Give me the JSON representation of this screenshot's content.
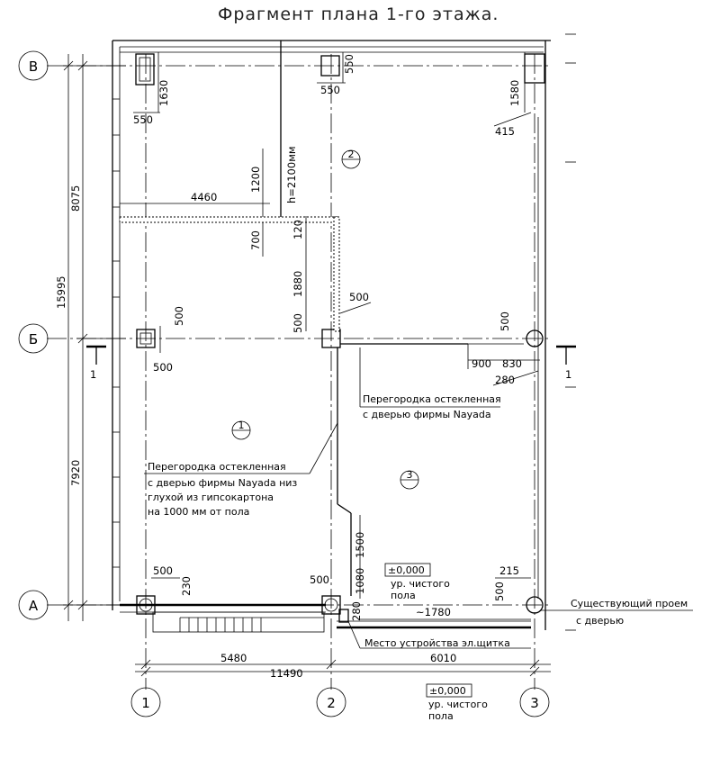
{
  "title": "Фрагмент плана 1-го этажа.",
  "axes": {
    "rows": [
      "В",
      "Б",
      "А"
    ],
    "cols": [
      "1",
      "2",
      "3"
    ]
  },
  "section_mark": "1",
  "rooms": [
    "1",
    "2",
    "3"
  ],
  "overall_dims": {
    "v_total": "15995",
    "v_top": "8075",
    "v_bottom": "7920",
    "h_left": "5480",
    "h_right": "6010",
    "h_total": "11490"
  },
  "dims": {
    "col_top": [
      "1630",
      "550",
      "550",
      "550",
      "1580",
      "415"
    ],
    "partition": [
      "4460",
      "1200",
      "h=2100мм",
      "700",
      "120",
      "1880",
      "500",
      "500"
    ],
    "mid": [
      "500",
      "500",
      "900",
      "830",
      "280",
      "500"
    ],
    "bottom": [
      "1500",
      "1080",
      "500",
      "230",
      "500",
      "500",
      "215",
      "~1780",
      "280"
    ]
  },
  "labels": {
    "glazed_partition_right_1": "Перегородка остекленная",
    "glazed_partition_right_2": "с дверью фирмы Nayada",
    "glazed_partition_left_1": "Перегородка остекленная",
    "glazed_partition_left_2": "с дверью фирмы Nayada низ",
    "glazed_partition_left_3": "глухой из гипсокартона",
    "glazed_partition_left_4": "на 1000 мм от пола",
    "existing_opening_1": "Существующий проем",
    "existing_opening_2": "с дверью",
    "panel_place": "Место устройства эл.щитка",
    "level_value": "±0,000",
    "level_text_1": "ур. чистого",
    "level_text_2": "пола"
  }
}
